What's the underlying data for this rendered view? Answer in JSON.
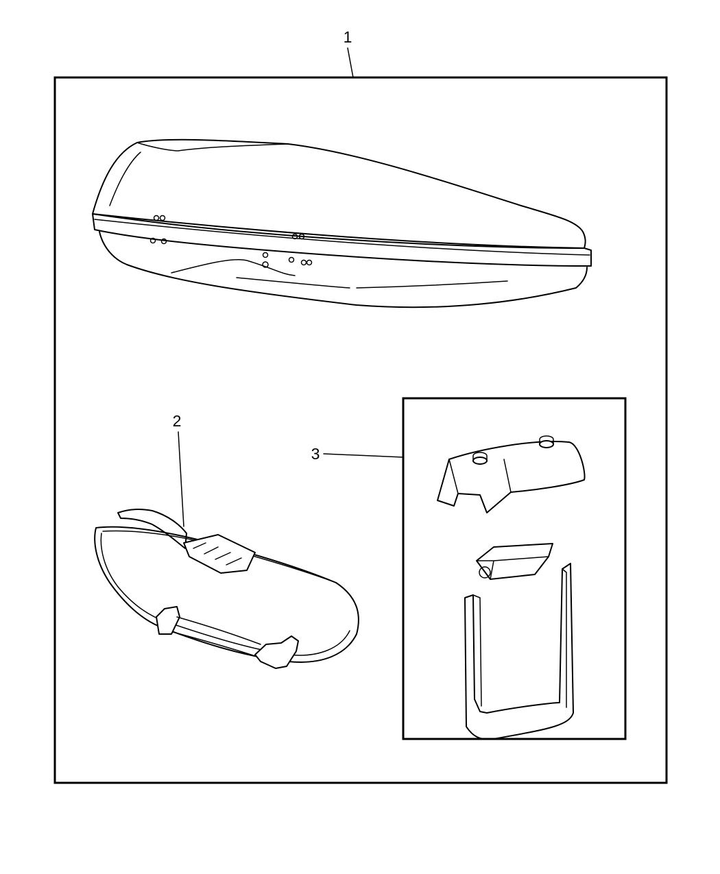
{
  "callouts": {
    "item1": "1",
    "item2": "2",
    "item3": "3"
  },
  "colors": {
    "line": "#000000",
    "background": "#ffffff"
  }
}
